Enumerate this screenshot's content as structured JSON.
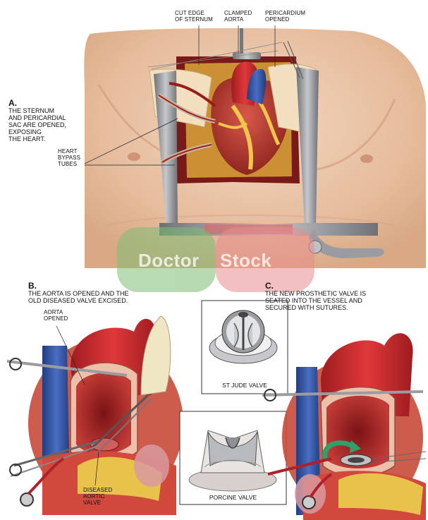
{
  "panel_a": {
    "caption_letter": "A.",
    "caption_text": "THE STERNUM\nAND PERICARDIAL\nSAC ARE OPENED,\nEXPOSING\nTHE HEART.",
    "labels": {
      "cut_edge": "CUT EDGE\nOF STERNUM",
      "clamped_aorta": "CLAMPED\nAORTA",
      "pericardium": "PERICARDIUM\nOPENED",
      "bypass_tubes": "HEART\nBYPASS\nTUBES"
    }
  },
  "panel_b": {
    "caption_letter": "B.",
    "caption_text": "THE AORTA IS OPENED AND THE\nOLD DISEASED VALVE EXCISED.",
    "labels": {
      "aorta_opened": "AORTA\nOPENED",
      "diseased_valve": "DISEASED\nAORTIC\nVALVE"
    }
  },
  "panel_c": {
    "caption_letter": "C.",
    "caption_text": "THE NEW PROSTHETIC VALVE IS\nSEATED INTO THE VESSEL AND\nSECURED WITH SUTURES.",
    "valves": {
      "st_jude": "ST JUDE VALVE",
      "porcine": "PORCINE VALVE"
    }
  },
  "watermark": {
    "left": "Doctor",
    "right": "Stock"
  },
  "colors": {
    "skin": "#e9c2a4",
    "heart": "#b8372e",
    "aorta": "#c8262a",
    "vein": "#2e4fa0",
    "fat": "#e8c24a",
    "metal": "#8e9094"
  }
}
